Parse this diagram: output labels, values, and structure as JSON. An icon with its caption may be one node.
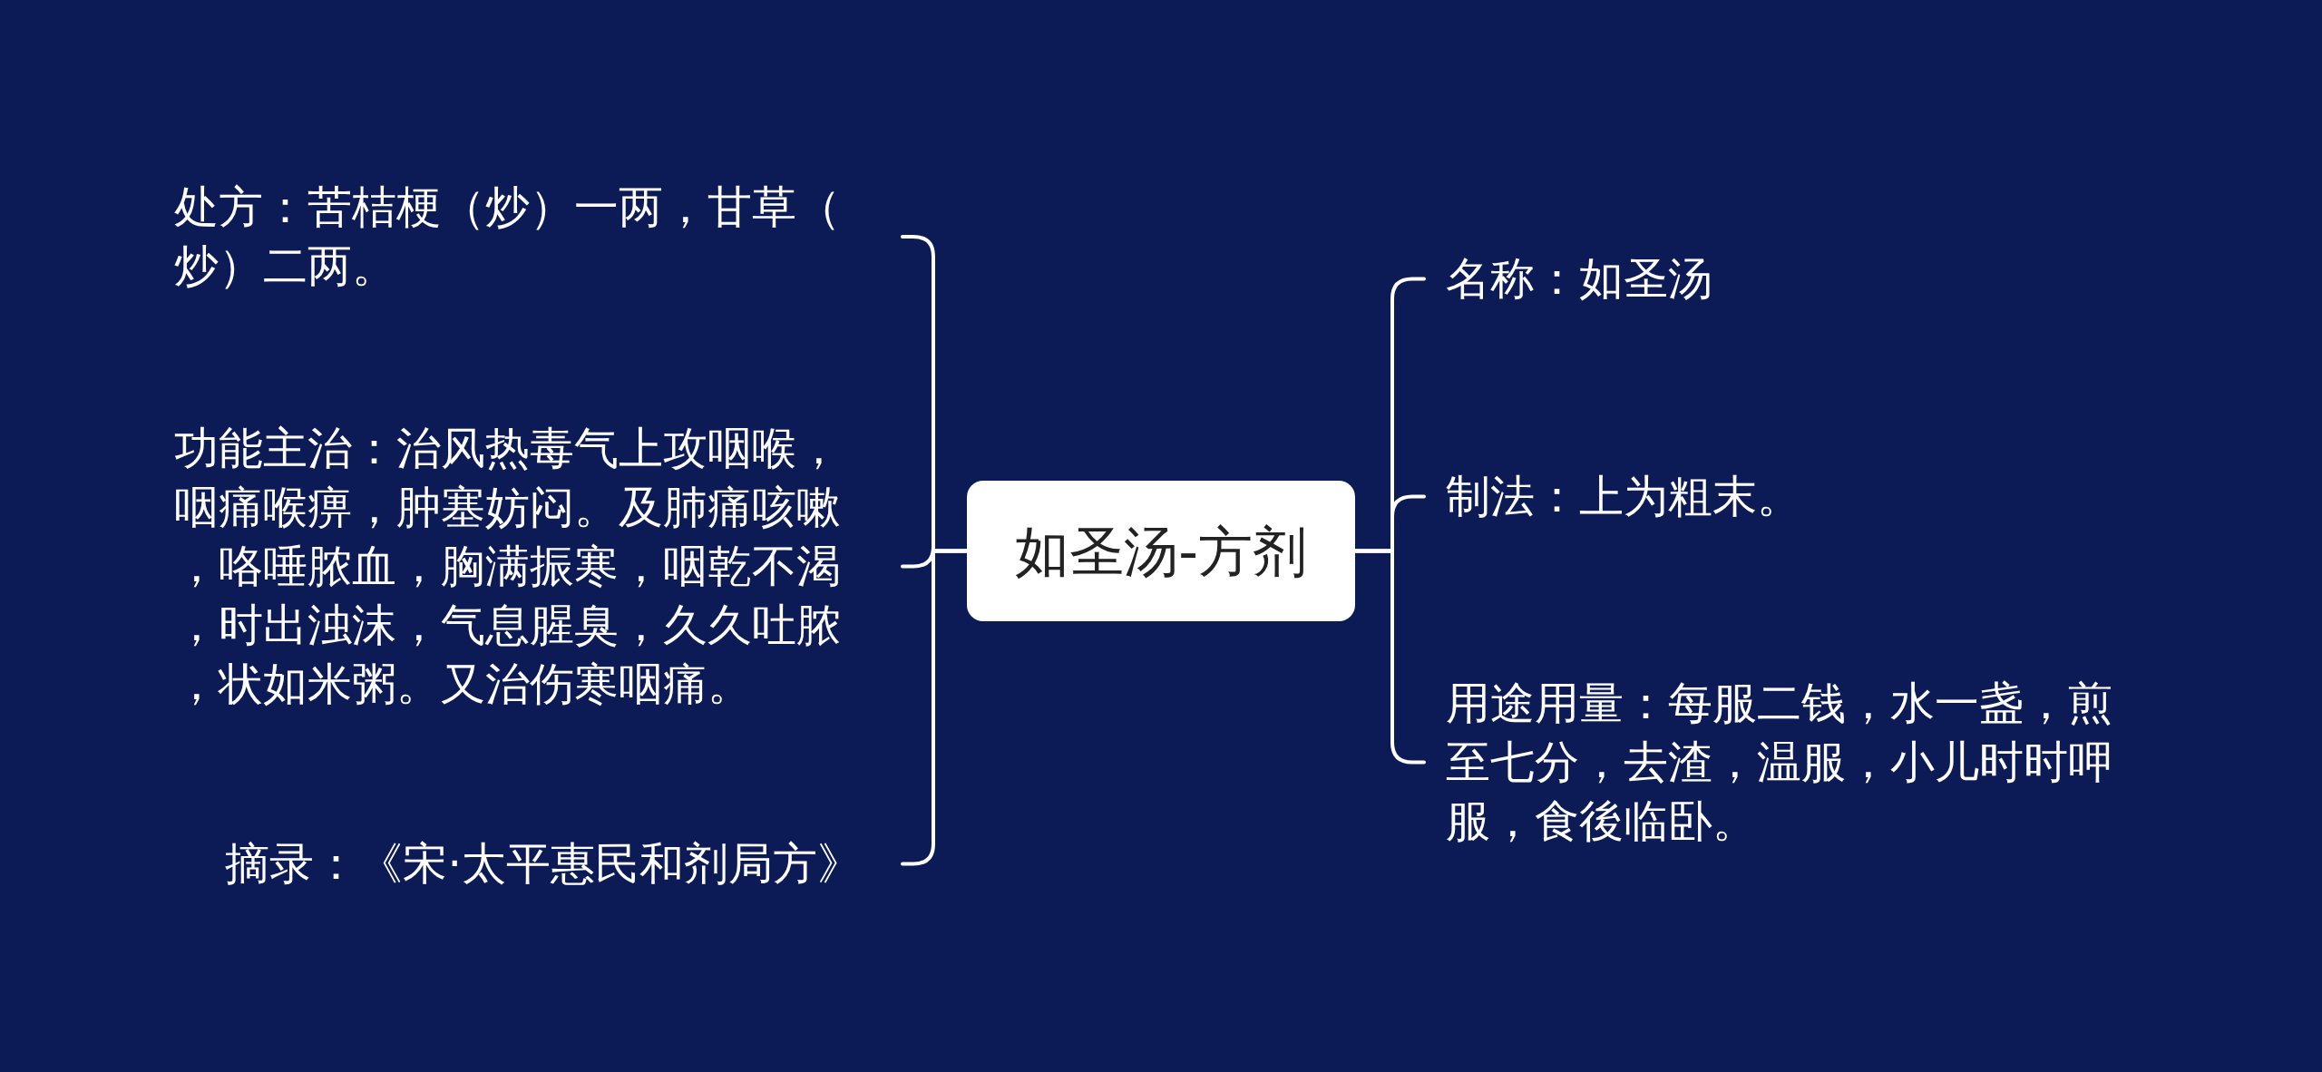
{
  "diagram": {
    "nodes": [
      {
        "text": [
          "如圣汤-方剂"
        ]
      },
      {
        "text": [
          "处方：苦桔梗（炒）一两，甘草（炒）二两。"
        ]
      },
      {
        "text": [
          "功能主治：治风热毒气上攻咽喉，咽痛喉痹，肿塞妨闷。及肺痛咳嗽，咯唾脓血，胸满振寒，咽乾不渴，时出浊沫，气息腥臭，久久吐脓，状如米粥。又治伤寒咽痛。"
        ]
      },
      {
        "text": [
          "摘录：《宋·太平惠民和剂局方》"
        ]
      },
      {
        "text": [
          "名称：如圣汤"
        ]
      },
      {
        "text": [
          "制法：上为粗末。"
        ]
      },
      {
        "text": [
          "用途用量：每服二钱，水一盏，煎至七分，去渣，温服，小儿时时呷服，食後临卧。"
        ]
      }
    ],
    "edges": [
      {
        "from": 0,
        "to": 1,
        "arrow": "none"
      },
      {
        "from": 0,
        "to": 2,
        "arrow": "none"
      },
      {
        "from": 0,
        "to": 3,
        "arrow": "none"
      },
      {
        "from": 0,
        "to": 4,
        "arrow": "none"
      },
      {
        "from": 0,
        "to": 5,
        "arrow": "none"
      },
      {
        "from": 0,
        "to": 6,
        "arrow": "none"
      }
    ]
  }
}
